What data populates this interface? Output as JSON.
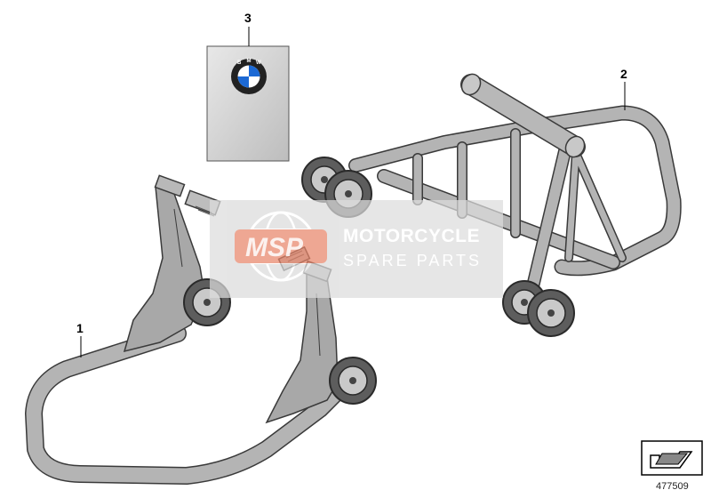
{
  "callouts": {
    "part_1": "1",
    "part_2": "2",
    "part_3": "3"
  },
  "watermark": {
    "logo_text": "MSP",
    "line1": "MOTORCYCLE",
    "line2": "SPARE PARTS",
    "accent_color": "#e8866a",
    "box_color": "#dcdcdc"
  },
  "manual": {
    "emblem_letters": [
      "B",
      "M",
      "W"
    ],
    "emblem_blue": "#1c69d4"
  },
  "diagram_ref": "477509",
  "icons": [
    "bmw-emblem-icon",
    "pointer-arrow-icon"
  ],
  "colors": {
    "stand_fill": "#b4b4b4",
    "stand_stroke": "#3a3a3a",
    "wheel": "#6a6a6a"
  }
}
